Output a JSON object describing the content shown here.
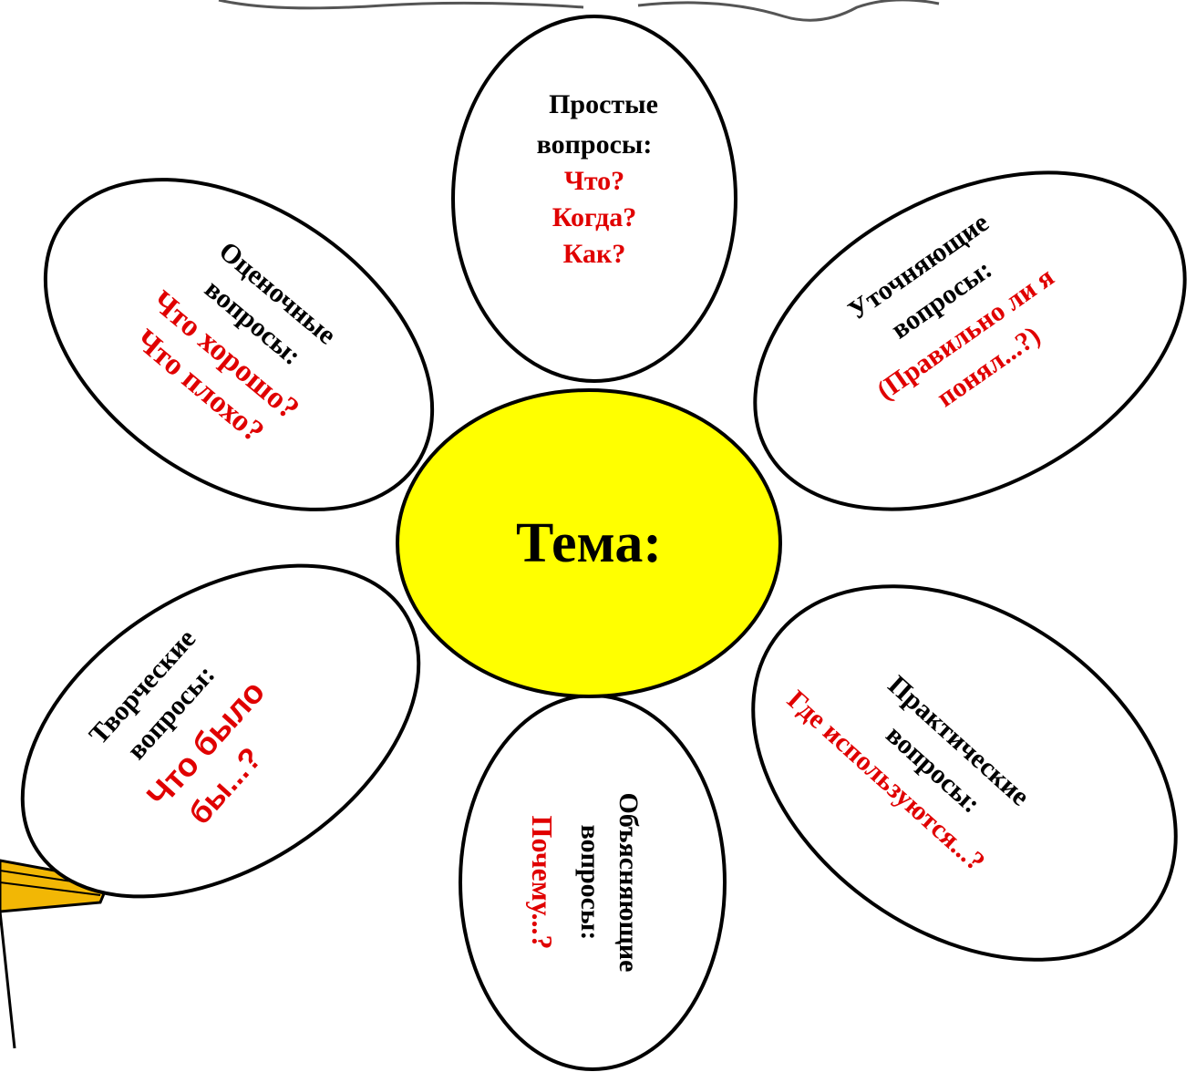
{
  "colors": {
    "center_fill": "#ffff00",
    "title_text": "#000000",
    "example_text": "#e00000",
    "outline": "#000000",
    "pencil_fill": "#f2b705"
  },
  "center": {
    "label": "Тема:"
  },
  "petals": {
    "simple": {
      "title_line1": "Простые",
      "title_line2": "вопросы:",
      "example_line1": "Что?",
      "example_line2": "Когда?",
      "example_line3": "Как?"
    },
    "clarifying": {
      "title_line1": "Уточняющие",
      "title_line2": "вопросы:",
      "example_line1": "(Правильно ли я",
      "example_line2": "понял...?)"
    },
    "practical": {
      "title_line1": "Практические",
      "title_line2": "вопросы:",
      "example_line1": "Где используются...?"
    },
    "explanatory": {
      "title_line1": "Объясняющие",
      "title_line2": "вопросы:",
      "example_line1": "Почему...?"
    },
    "creative": {
      "title_line1": "Творческие",
      "title_line2": "вопросы:",
      "example_line1": "Что было",
      "example_line2": "бы...?"
    },
    "evaluative": {
      "title_line1": "Оценочные",
      "title_line2": "вопросы:",
      "example_line1": "Что хорошо?",
      "example_line2": "Что плохо?"
    }
  }
}
